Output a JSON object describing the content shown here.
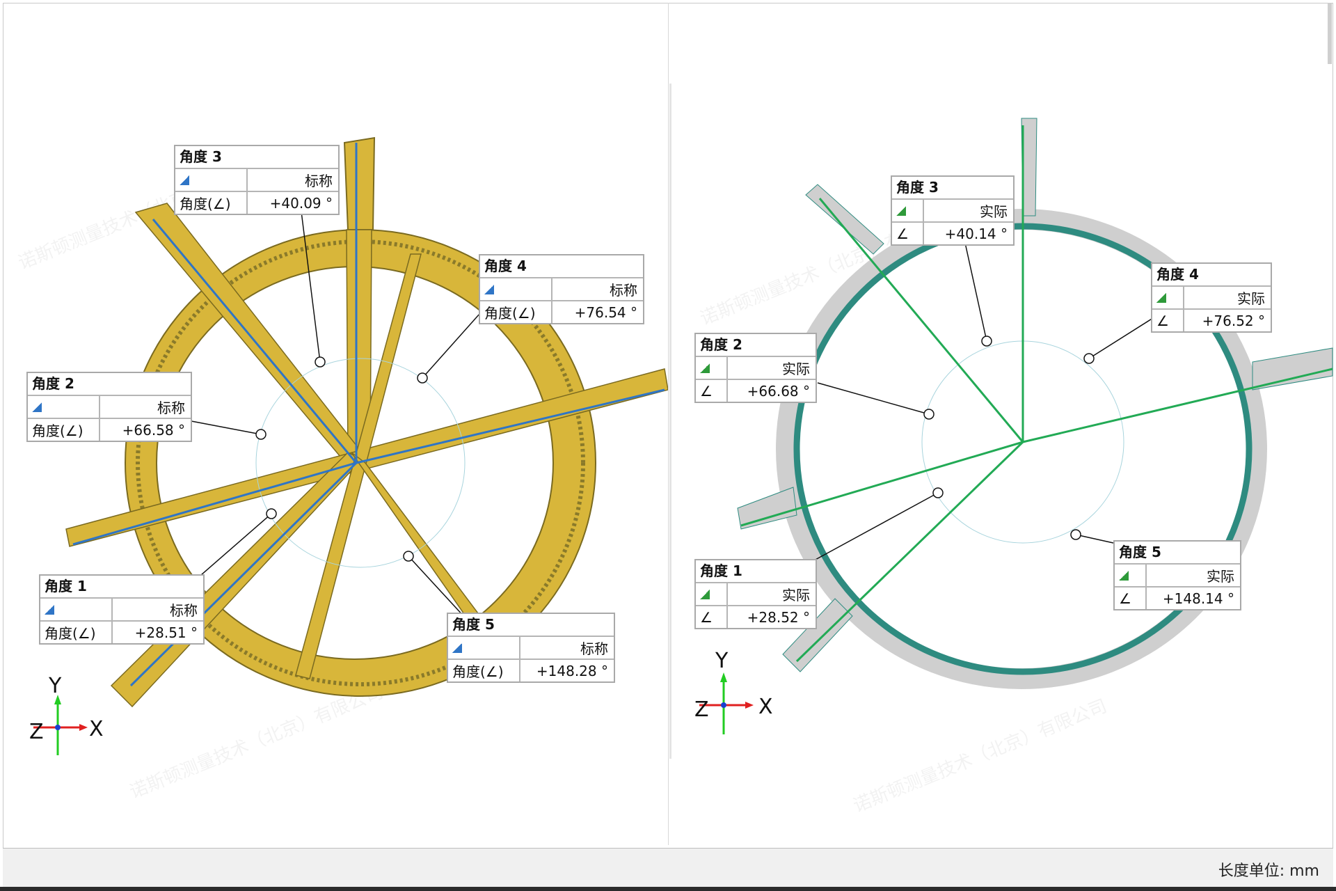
{
  "status_bar": {
    "length_unit": "长度单位: mm"
  },
  "watermark": {
    "text": "诺斯顿测量技术（北京）有限公司"
  },
  "axes": {
    "x": "X",
    "y": "Y",
    "z": "Z"
  },
  "left_view": {
    "mode_label": "标称",
    "value_label": "角度(∠)",
    "icon": "angle-icon-blue",
    "colors": {
      "model": "#d8b63a",
      "lines": "#2f75c6"
    },
    "labels": [
      {
        "title": "角度 3",
        "value": "+40.09 °"
      },
      {
        "title": "角度 4",
        "value": "+76.54 °"
      },
      {
        "title": "角度 2",
        "value": "+66.58 °"
      },
      {
        "title": "角度 1",
        "value": "+28.51 °"
      },
      {
        "title": "角度 5",
        "value": "+148.28 °"
      }
    ]
  },
  "right_view": {
    "mode_label": "实际",
    "value_label": "∠",
    "icon": "angle-icon-green",
    "colors": {
      "scan": "#2e8b80",
      "lines": "#22aa55"
    },
    "labels": [
      {
        "title": "角度 3",
        "value": "+40.14 °"
      },
      {
        "title": "角度 4",
        "value": "+76.52 °"
      },
      {
        "title": "角度 2",
        "value": "+66.68 °"
      },
      {
        "title": "角度 1",
        "value": "+28.52 °"
      },
      {
        "title": "角度 5",
        "value": "+148.14 °"
      }
    ]
  }
}
